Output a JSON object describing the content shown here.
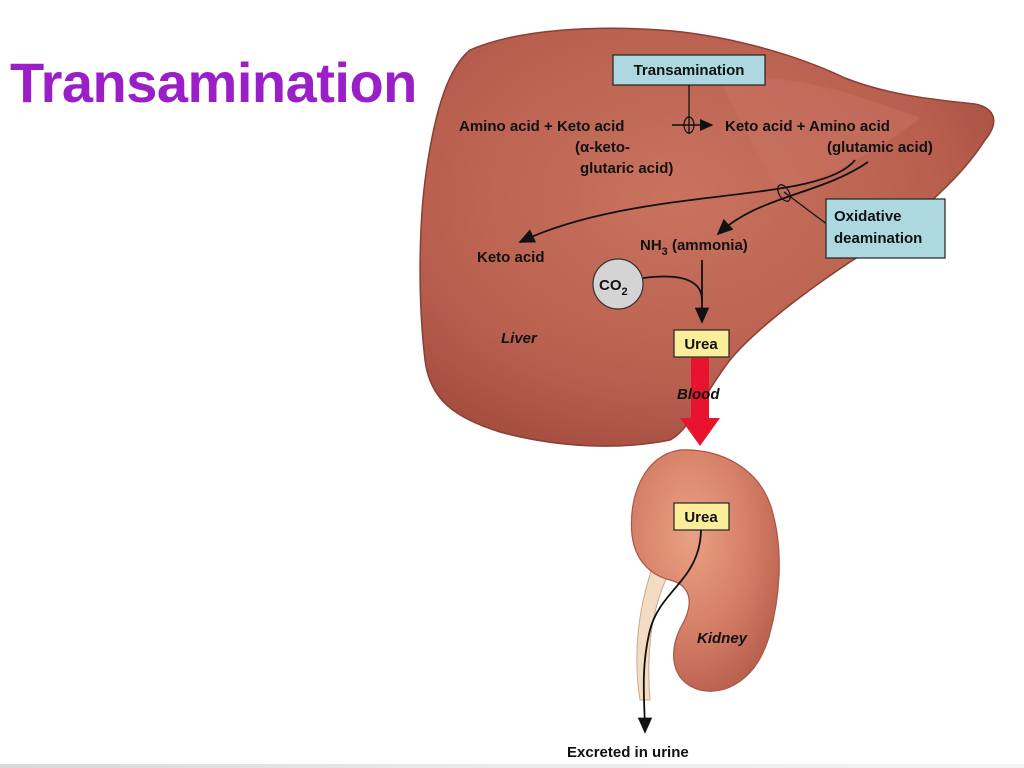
{
  "slide": {
    "title": "Transamination"
  },
  "diagram": {
    "transamination_box": "Transamination",
    "reaction_left": "Amino acid + Keto acid",
    "alpha_line1": "(α-keto-",
    "alpha_line2": "glutaric acid)",
    "reaction_right": "Keto acid + Amino acid",
    "glutamic": "(glutamic acid)",
    "oxidative_line1": "Oxidative",
    "oxidative_line2": "deamination",
    "keto_acid_product": "Keto acid",
    "nh3_main": "NH",
    "nh3_sub": "3",
    "nh3_rest": " (ammonia)",
    "co2_main": "CO",
    "co2_sub": "2",
    "liver_label": "Liver",
    "urea_liver": "Urea",
    "blood_label": "Blood",
    "urea_kidney": "Urea",
    "kidney_label": "Kidney",
    "excreted": "Excreted in urine"
  },
  "colors": {
    "title": "#9b1fc9",
    "liver": "#bd6353",
    "kidney": "#d78069",
    "blue_box": "#add8e0",
    "urea_box": "#fbee9b",
    "blood_arrow": "#e8142d"
  }
}
